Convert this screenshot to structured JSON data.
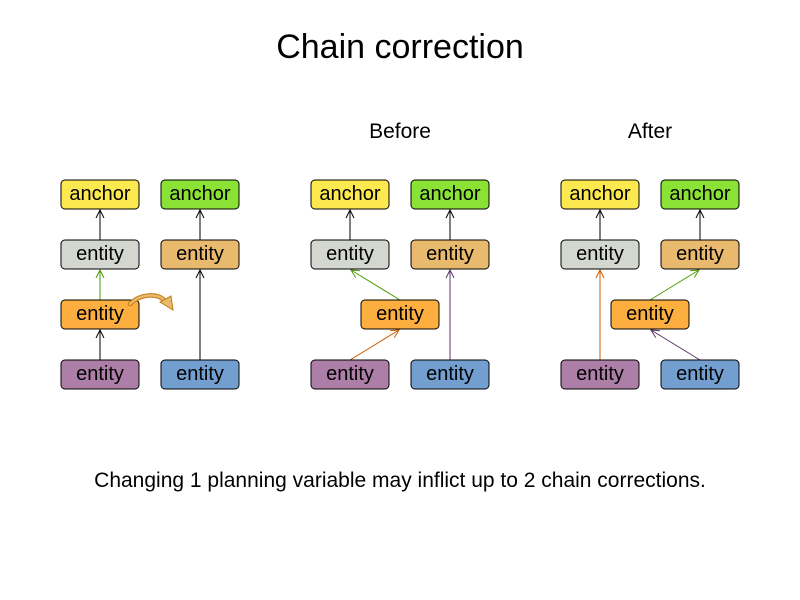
{
  "title": "Chain correction",
  "panels": [
    {
      "label": ""
    },
    {
      "label": "Before"
    },
    {
      "label": "After"
    }
  ],
  "caption": "Changing 1 planning variable may inflict up to 2 chain corrections.",
  "node_text": {
    "anchor": "anchor",
    "entity": "entity"
  },
  "colors": {
    "anchor_yellow": "#fce94f",
    "anchor_green": "#8ae234",
    "entity_gray": "#d3d7cf",
    "entity_tan": "#e9b96e",
    "entity_orange": "#fcaf3e",
    "entity_purple": "#ad7fa8",
    "entity_blue": "#729fcf",
    "arrow_black": "#000000",
    "arrow_green": "#4e9a06",
    "arrow_orange": "#ce5c00",
    "arrow_purple": "#5c3566",
    "move_arrow": "#e9b96e"
  }
}
